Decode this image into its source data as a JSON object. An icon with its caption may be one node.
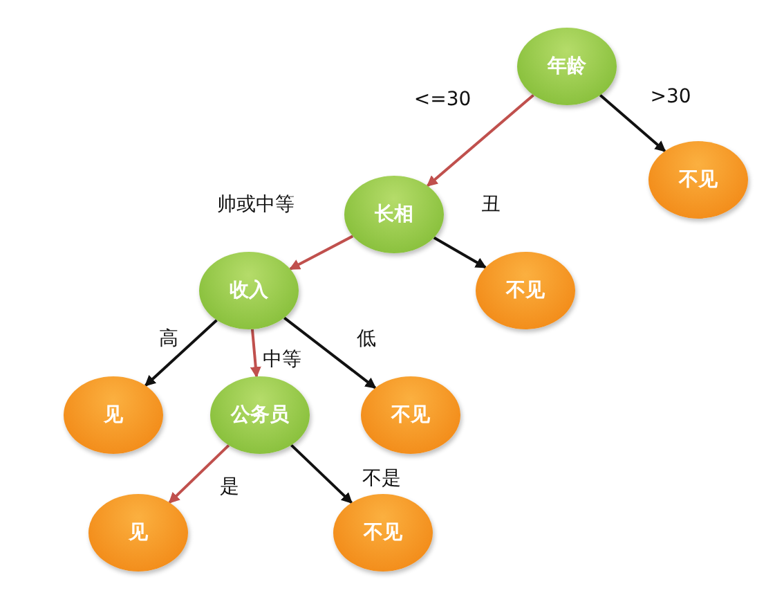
{
  "diagram": {
    "nodes": [
      {
        "text": [
          "年龄"
        ]
      },
      {
        "text": [
          "不见"
        ]
      },
      {
        "text": [
          "长相"
        ]
      },
      {
        "text": [
          "不见"
        ]
      },
      {
        "text": [
          "收入"
        ]
      },
      {
        "text": [
          "见"
        ]
      },
      {
        "text": [
          "公务员"
        ]
      },
      {
        "text": [
          "不见"
        ]
      },
      {
        "text": [
          "见"
        ]
      },
      {
        "text": [
          "不见"
        ]
      }
    ],
    "edges": [
      {
        "from": 0,
        "to": 2,
        "arrow": "to",
        "label": "<=30",
        "color": "#c0504d"
      },
      {
        "from": 0,
        "to": 1,
        "arrow": "to",
        "label": ">30"
      },
      {
        "from": 2,
        "to": 4,
        "arrow": "to",
        "label": "帅或中等",
        "color": "#c0504d"
      },
      {
        "from": 2,
        "to": 3,
        "arrow": "to",
        "label": "丑"
      },
      {
        "from": 4,
        "to": 5,
        "arrow": "to",
        "label": "高"
      },
      {
        "from": 4,
        "to": 6,
        "arrow": "to",
        "label": "中等",
        "color": "#c0504d"
      },
      {
        "from": 4,
        "to": 7,
        "arrow": "to",
        "label": "低"
      },
      {
        "from": 6,
        "to": 8,
        "arrow": "to",
        "label": "是",
        "color": "#c0504d"
      },
      {
        "from": 6,
        "to": 9,
        "arrow": "to",
        "label": "不是"
      }
    ]
  }
}
